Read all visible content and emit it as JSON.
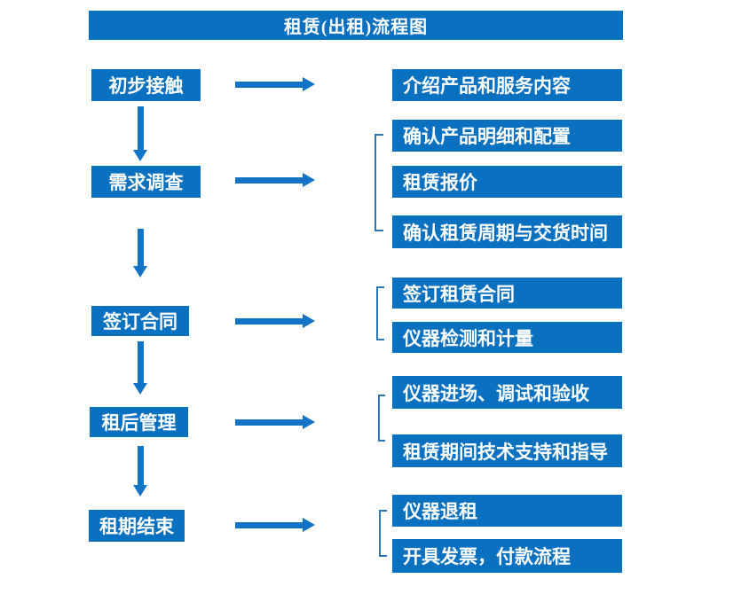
{
  "title": "租赁(出租)流程图",
  "colors": {
    "box": "#0a70c0",
    "arrow": "#1273c7",
    "bracket": "#2e75b6",
    "text": "#ffffff",
    "background": "#ffffff"
  },
  "steps": [
    {
      "label": "初步接触"
    },
    {
      "label": "需求调查"
    },
    {
      "label": "签订合同"
    },
    {
      "label": "租后管理"
    },
    {
      "label": "租期结束"
    }
  ],
  "details": [
    {
      "label": "介绍产品和服务内容"
    },
    {
      "label": "确认产品明细和配置"
    },
    {
      "label": "租赁报价"
    },
    {
      "label": "确认租赁周期与交货时间"
    },
    {
      "label": "签订租赁合同"
    },
    {
      "label": "仪器检测和计量"
    },
    {
      "label": "仪器进场、调试和验收"
    },
    {
      "label": "租赁期间技术支持和指导"
    },
    {
      "label": "仪器退租"
    },
    {
      "label": "开具发票，付款流程"
    }
  ]
}
